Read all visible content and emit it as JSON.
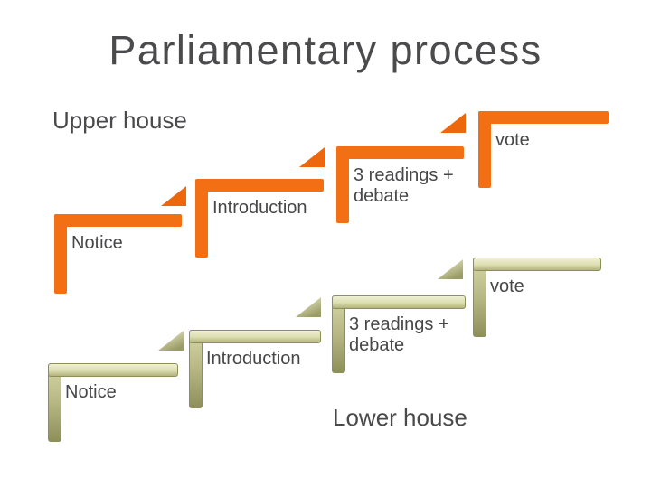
{
  "title": "Parliamentary process",
  "colors": {
    "upper_accent": "#f36f13",
    "lower_fill_light": "#dcddae",
    "lower_fill_dark": "#8e905a",
    "text": "#4a4a4c",
    "background": "#ffffff"
  },
  "upper": {
    "label": "Upper house",
    "steps": [
      {
        "label": "Notice"
      },
      {
        "label": "Introduction"
      },
      {
        "label": "3 readings + debate"
      },
      {
        "label": "vote"
      }
    ]
  },
  "lower": {
    "label": "Lower house",
    "steps": [
      {
        "label": "Notice"
      },
      {
        "label": "Introduction"
      },
      {
        "label": "3 readings + debate"
      },
      {
        "label": "vote"
      }
    ]
  }
}
